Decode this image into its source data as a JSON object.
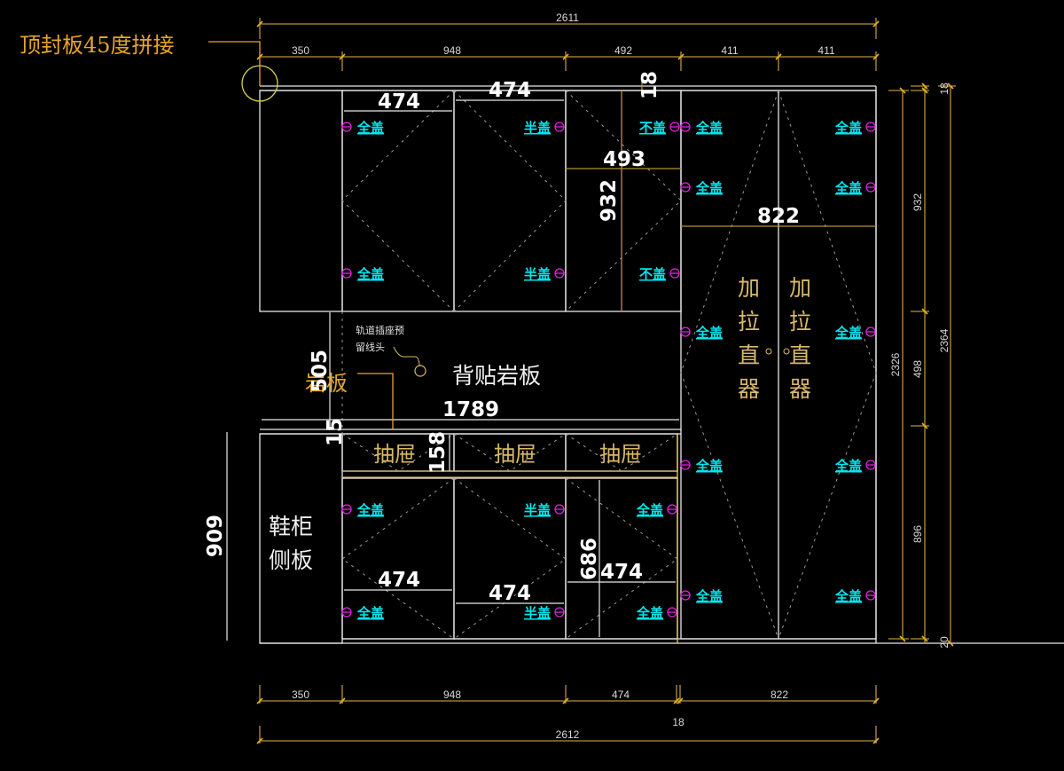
{
  "drawing": {
    "title_callout": "顶封板45度拼接",
    "stone_callout": "岩板",
    "back_panel_label": "背贴岩板",
    "outlet_note_line1": "轨道插座预",
    "outlet_note_line2": "留线头",
    "shoe_cabinet_label_line1": "鞋柜",
    "shoe_cabinet_label_line2": "侧板",
    "drawer_label": "抽屉",
    "heater_label_chars": [
      "加",
      "拉",
      "直",
      "器"
    ],
    "hinge_types": {
      "full": "全盖",
      "half": "半盖",
      "none": "不盖"
    }
  },
  "dimensions": {
    "top_total": "2611",
    "top_segments": [
      "350",
      "948",
      "492",
      "411",
      "411"
    ],
    "bottom_segments": [
      "350",
      "948",
      "474",
      "822"
    ],
    "bottom_gap": "18",
    "bottom_total": "2612",
    "right_inner_total": "2326",
    "right_segments": [
      "932",
      "498",
      "896"
    ],
    "right_outer_total": "2364",
    "right_top_offset": "18",
    "right_bottom_offset": "20",
    "left_lower_height": "909",
    "niche_height": "505",
    "niche_width": "1789",
    "stone_thickness": "15",
    "drawer_height": "158",
    "upper_door_width_1": "474",
    "upper_door_width_2": "474",
    "upper_mid_width": "493",
    "upper_mid_height": "932",
    "top_gap": "18",
    "tall_pair_width": "822",
    "lower_door_width_1": "474",
    "lower_door_width_2": "474",
    "lower_door_width_3": "474",
    "lower_door_height": "686"
  },
  "hinge_marks": [
    {
      "id": "u1-top",
      "type": "full"
    },
    {
      "id": "u1-bot",
      "type": "full"
    },
    {
      "id": "u2-top",
      "type": "half"
    },
    {
      "id": "u2-bot",
      "type": "half"
    },
    {
      "id": "u3-top",
      "type": "none"
    },
    {
      "id": "u3-bot",
      "type": "none"
    },
    {
      "id": "t1-1",
      "type": "full"
    },
    {
      "id": "t1-2",
      "type": "full"
    },
    {
      "id": "t1-3",
      "type": "full"
    },
    {
      "id": "t1-4",
      "type": "full"
    },
    {
      "id": "t1-5",
      "type": "full"
    },
    {
      "id": "t2-1",
      "type": "full"
    },
    {
      "id": "t2-2",
      "type": "full"
    },
    {
      "id": "t2-3",
      "type": "full"
    },
    {
      "id": "t2-4",
      "type": "full"
    },
    {
      "id": "t2-5",
      "type": "full"
    },
    {
      "id": "l1-top",
      "type": "full"
    },
    {
      "id": "l1-bot",
      "type": "full"
    },
    {
      "id": "l2-top",
      "type": "half"
    },
    {
      "id": "l2-bot",
      "type": "half"
    },
    {
      "id": "l3-top",
      "type": "full"
    },
    {
      "id": "l3-bot",
      "type": "full"
    }
  ],
  "colors": {
    "background": "#000000",
    "outline": "#e8e8e8",
    "dimension": "#b8903a",
    "hinge_text": "#00e5ee",
    "hinge_symbol": "#e020e0",
    "label_gold": "#d8b86a",
    "callout": "#e6a52a"
  }
}
